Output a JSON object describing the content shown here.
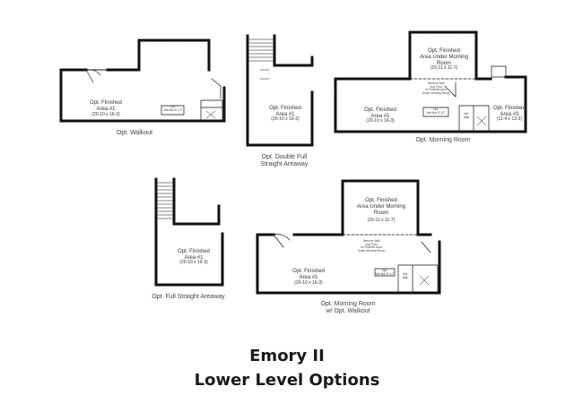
{
  "plans": {
    "walkout": {
      "room": "Opt. Finished\nArea #1",
      "dims": "(20-10 x 16-3)",
      "caption": "Opt. Walkout",
      "wetbar": "Opt.\nWet Bar 8\"-10\""
    },
    "double_full": {
      "room": "Opt. Finished\nArea #1",
      "dims": "(20-10 x 16-3)",
      "caption": "Opt. Double Full\nStraight Areaway"
    },
    "morning": {
      "room_upper": "Opt. Finished\nArea Under Morning\nRoom",
      "dims_upper": "(15-11 x 11-7)",
      "room_main": "Opt. Finished\nArea #1",
      "dims_main": "(20-10 x 16-3)",
      "room_third": "Opt. Finished\nArea #3",
      "dims_third": "(11-4 x 13-3)",
      "note": "Remove Wall\nAnd Post\nw/ Finished Area\nUnder Morning Room",
      "wetbar": "Opt.\nWet Bar 8\"-10\"",
      "bath": "Opt.\nBath",
      "caption": "Opt. Morning Room"
    },
    "full_straight": {
      "room": "Opt. Finished\nArea #1",
      "dims": "(20-10 x 16-3)",
      "caption": "Opt. Full Straight Areaway"
    },
    "morning_walkout": {
      "room_upper": "Opt. Finished\nArea Under Morning\nRoom",
      "dims_upper": "(15-11 x 11-7)",
      "room_main": "Opt. Finished\nArea #1",
      "dims_main": "(20-10 x 16-3)",
      "note": "Remove Wall\nAnd Post\nw/ Finished Area\nUnder Morning Room",
      "wetbar": "Opt.\nWet Bar 8\"-10\"",
      "bath": "Opt.\nBath",
      "caption": "Opt. Morning Room\nw/ Opt. Walkout"
    }
  },
  "title": {
    "line1": "Emory II",
    "line2": "Lower Level Options"
  }
}
